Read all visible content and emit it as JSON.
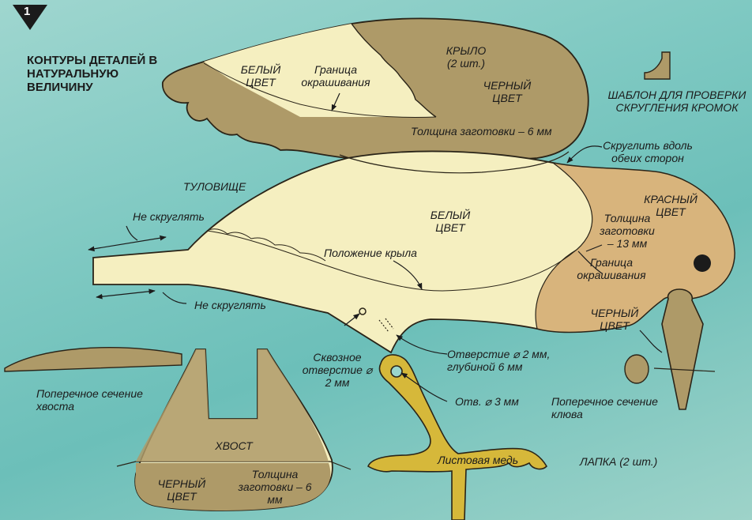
{
  "figure_number": "1",
  "title": "КОНТУРЫ ДЕТАЛЕЙ В НАТУРАЛЬНУЮ ВЕЛИЧИНУ",
  "wing": {
    "name": "КРЫЛО",
    "count": "(2 шт.)",
    "white_color": "БЕЛЫЙ ЦВЕТ",
    "black_color": "ЧЕРНЫЙ ЦВЕТ",
    "paint_border": "Граница окрашивания",
    "thickness": "Толщина заготовки – 6 мм"
  },
  "template": {
    "label": "ШАБЛОН ДЛЯ ПРОВЕРКИ СКРУГЛЕНИЯ КРОМОК"
  },
  "body_part": {
    "name": "ТУЛОВИЩЕ",
    "round_both_sides": "Скруглить вдоль обеих сторон",
    "no_round_top": "Не скруглять",
    "no_round_bottom": "Не скруглять",
    "white_color": "БЕЛЫЙ ЦВЕТ",
    "red_color": "КРАСНЫЙ ЦВЕТ",
    "thickness": "Толщина заготовки – 13 мм",
    "paint_border": "Граница окрашивания",
    "wing_position": "Положение крыла",
    "through_hole": "Сквозное отверстие ⌀ 2 мм",
    "blind_hole": "Отверстие ⌀ 2 мм, глубиной 6 мм"
  },
  "beak": {
    "black_color": "ЧЕРНЫЙ ЦВЕТ",
    "cross_section": "Поперечное сечение клюва"
  },
  "tail": {
    "cross_section": "Поперечное сечение хвоста",
    "name": "ХВОСТ",
    "black_color": "ЧЕРНЫЙ ЦВЕТ",
    "thickness": "Толщина заготовки – 6 мм"
  },
  "foot": {
    "hole": "Отв. ⌀ 3 мм",
    "material": "Листовая медь",
    "name": "ЛАПКА (2 шт.)"
  },
  "colors": {
    "background": "#7fc9c2",
    "pale_wood": "#f6f1c4",
    "dark_wood": "#ad9865",
    "red_wood": "#d8b47c",
    "copper": "#d6b83a",
    "outline": "#2a2418"
  }
}
